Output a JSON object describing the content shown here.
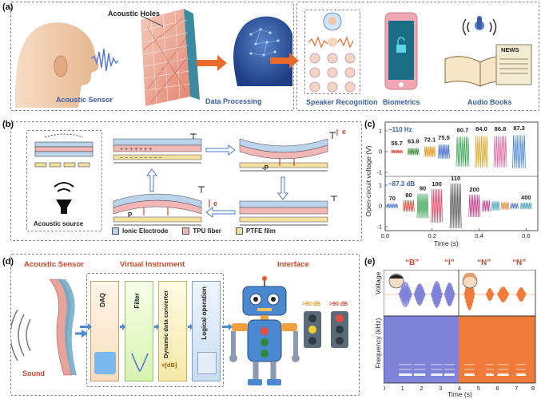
{
  "panel_labels": {
    "a": "(a)",
    "b": "(b)",
    "c": "(c)",
    "d": "(d)",
    "e": "(e)"
  },
  "panel_a": {
    "acoustic_holes": "Acoustic Holes",
    "acoustic_sensor": "Acoustic Sensor",
    "data_processing": "Data Processing",
    "speaker_recognition": "Speaker Recognition",
    "biometrics": "Biometrics",
    "audio_books": "Audio Books",
    "news": "NEWS"
  },
  "panel_b": {
    "acoustic_source": "Acoustic source",
    "legend": [
      "Ionic Electrode",
      "TPU fiber",
      "PTFE film"
    ],
    "labels": {
      "neg_p": "-P",
      "p": "P",
      "e1": "e",
      "e2": "e"
    },
    "colors": {
      "ionic": "#bcd3ec",
      "tpu": "#f2b6b6",
      "ptfe": "#f3dfa0"
    }
  },
  "panel_c": {
    "ylabel": "Open-circuit voltage (V)",
    "xlabel": "Time (s)",
    "top_annotation": "~110 Hz",
    "bottom_annotation": "~87.3 dB",
    "top_values": [
      "55.7",
      "63.9",
      "72.1",
      "75.5",
      "80.7",
      "84.0",
      "86.8",
      "87.3"
    ],
    "bottom_values": [
      "70",
      "80",
      "90",
      "100",
      "110",
      "200",
      "400"
    ],
    "yticks_top": [
      "1",
      "0",
      "-1"
    ],
    "yticks_bottom": [
      "1",
      "0",
      "-1"
    ],
    "xticks": [
      "0.0",
      "0.2",
      "0.4",
      "0.6"
    ],
    "top_colors": [
      "#e8453c",
      "#3a8f3a",
      "#e69a1e",
      "#4a6fd0",
      "#2e9e4a",
      "#d6a21a",
      "#e05a9a",
      "#3f7fd6"
    ],
    "bottom_colors": [
      "#4a6fd0",
      "#e8453c",
      "#2e9e4a",
      "#e64a6a",
      "#555555",
      "#c23b8a",
      "#3b9ab8",
      "#d9862a"
    ]
  },
  "chart_data": {
    "type": "line",
    "title": "",
    "xlabel": "Time (s)",
    "ylabel": "Open-circuit voltage (V)",
    "xlim": [
      0.0,
      0.65
    ],
    "panels": [
      {
        "annotation": "~110 Hz",
        "ylim": [
          -1.2,
          1.2
        ],
        "labels": [
          "55.7",
          "63.9",
          "72.1",
          "75.5",
          "80.7",
          "84.0",
          "86.8",
          "87.3"
        ],
        "amplitudes": [
          0.1,
          0.2,
          0.3,
          0.4,
          0.85,
          0.9,
          0.9,
          0.95
        ]
      },
      {
        "annotation": "~87.3 dB",
        "ylim": [
          -1.2,
          1.2
        ],
        "labels": [
          "70",
          "80",
          "90",
          "100",
          "110",
          "200",
          "400"
        ],
        "amplitudes": [
          0.1,
          0.25,
          0.55,
          0.75,
          1.0,
          0.5,
          0.15
        ]
      }
    ]
  },
  "panel_d": {
    "acoustic_sensor": "Acoustic Sensor",
    "virtual_instrument": "Virtual Instrument",
    "interface": "Interface",
    "sound": "Sound",
    "blocks": [
      "DAQ",
      "Filter",
      "Dynamic data converter",
      "Logical operation"
    ],
    "db_labels": [
      ">80 dB",
      ">90 dB"
    ],
    "converter_symbol": "×[dB]"
  },
  "panel_e": {
    "letters": [
      "“B”",
      "“I”",
      "“N”",
      "“N”"
    ],
    "voltage_label": "Voltage",
    "freq_label": "Frequency (kHz)",
    "xlabel": "Time (s)",
    "xticks": [
      "0",
      "1",
      "2",
      "3",
      "4",
      "5",
      "6",
      "7",
      "8"
    ],
    "colors": {
      "blue": "#7f82d9",
      "orange": "#f07a3a"
    }
  }
}
